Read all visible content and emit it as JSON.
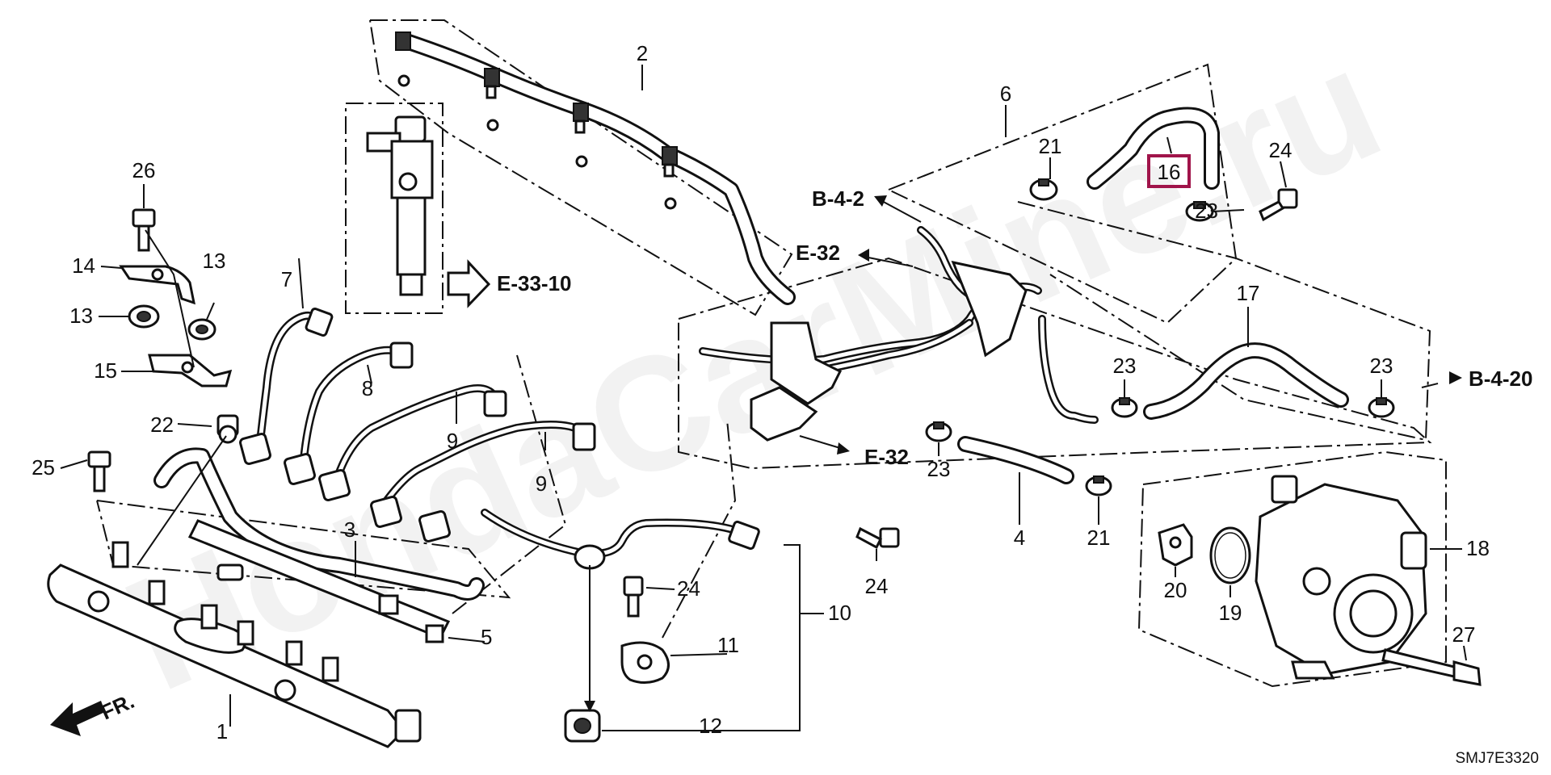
{
  "watermark": "HondaCarMine.ru",
  "drawing_code": "SMJ7E3320",
  "front_indicator": "FR.",
  "highlighted_part": "16",
  "callouts": {
    "c1": "1",
    "c2": "2",
    "c3": "3",
    "c4": "4",
    "c5": "5",
    "c6": "6",
    "c7": "7",
    "c8": "8",
    "c9a": "9",
    "c9b": "9",
    "c10": "10",
    "c11": "11",
    "c12": "12",
    "c13a": "13",
    "c13b": "13",
    "c14": "14",
    "c15": "15",
    "c16": "16",
    "c17": "17",
    "c18": "18",
    "c19": "19",
    "c20": "20",
    "c21a": "21",
    "c21b": "21",
    "c22": "22",
    "c23a": "23",
    "c23b": "23",
    "c23c": "23",
    "c23d": "23",
    "c24a": "24",
    "c24b": "24",
    "c24c": "24",
    "c25": "25",
    "c26": "26",
    "c27": "27"
  },
  "references": {
    "b42": "B-4-2",
    "e32a": "E-32",
    "e32b": "E-32",
    "e3310": "E-33-10",
    "b420": "B-4-20"
  }
}
